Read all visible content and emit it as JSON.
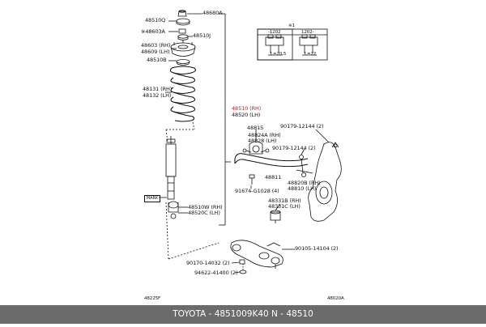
{
  "labels": {
    "l48680A": "48680A",
    "l48510Q": "48510Q",
    "l48603A": "48603A",
    "l48510J": "48510J",
    "l48603RH": "48603 (RH)",
    "l48609LH": "48609 (LH)",
    "l48510B": "48510B",
    "l48131RH": "48131 (RH)",
    "l48132LH": "48132 (LH)",
    "l48510RH": "48510 (RH)",
    "l48520LH": "48520 (LH)",
    "l48815": "48815",
    "l90179_12144_a": "90179-12144 (2)",
    "l48824ARH": "48824A (RH)",
    "l48828LH": "48828 (LH)",
    "l90179_12144_b": "90179-12144 (2)",
    "l48811": "48811",
    "l48820BRH": "48820B (RH)",
    "l48810LH": "48810 (LH)",
    "l91674": "91674-G1028 (4)",
    "l48331BRH": "48331B (RH)",
    "l48331CLH": "48331C (LH)",
    "l48510WRH": "48510W (RH)",
    "l48520CLH": "48520C (LH)",
    "mark": "MARK",
    "l90105": "90105-14104 (2)",
    "l90170": "90170-14032 (2)",
    "l94622": "94622-41400 (2)",
    "ref_left": "48225F",
    "ref_right": "48020A"
  },
  "inset": {
    "top_label": "※1",
    "left_head": "-1202",
    "right_head": "1202-",
    "left_dim": "L=20.5",
    "right_dim": "L=22"
  },
  "footer": {
    "text": "TOYOTA - 4851009K40     N - 48510"
  },
  "colors": {
    "highlight": "#d01818",
    "footer_bg": "#6b6b6b"
  }
}
